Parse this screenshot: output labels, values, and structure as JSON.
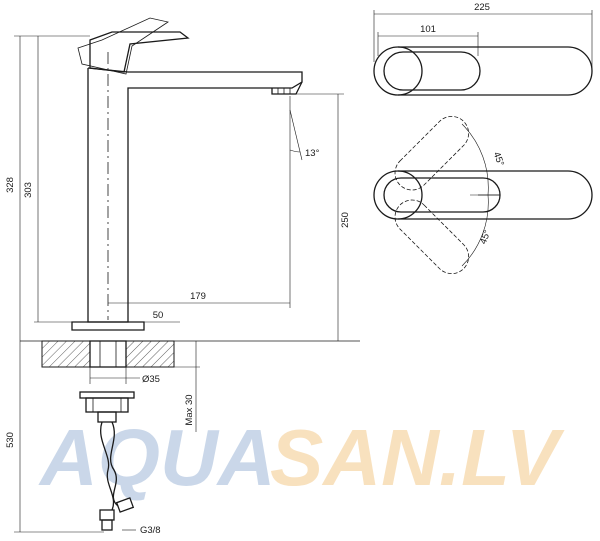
{
  "watermark": {
    "part1": "AQUA",
    "part2": "SAN.LV",
    "color1": "#9fb8d8",
    "color2": "#f4c98a"
  },
  "dimensions": {
    "total_height": "328",
    "body_height": "303",
    "spout_height": "250",
    "spout_reach": "179",
    "base_width": "50",
    "spout_angle": "13°",
    "hole_diameter": "Ø35",
    "max_thickness": "Max 30",
    "hose_length": "530",
    "hose_thread": "G3/8",
    "top_total_width": "225",
    "top_lever_offset": "101",
    "rotation_up": "45°",
    "rotation_down": "45°"
  }
}
